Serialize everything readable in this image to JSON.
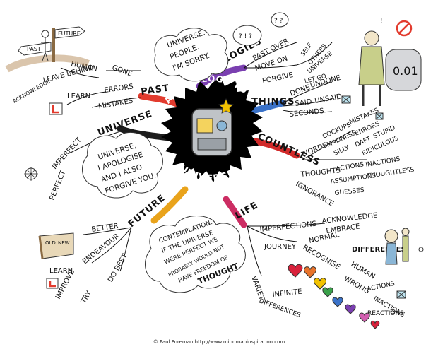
{
  "center": {
    "title": "AN APOLOGY TO THE UNIVERSE",
    "screen": "0.01"
  },
  "branches": {
    "past": {
      "label": "PAST",
      "items": [
        "HUMAN",
        "GONE",
        "LEAVE BEHIND",
        "ACKNOWLEDGE",
        "LEARN",
        "ERRORS",
        "MISTAKES"
      ],
      "signs": [
        "PAST",
        "FUTURE"
      ]
    },
    "apologies": {
      "label": "APOLOGIES",
      "items": [
        "PAST OVER",
        "MOVE ON",
        "FORGIVE",
        "SELF",
        "OTHERS",
        "UNIVERSE",
        "LET GO"
      ],
      "marks": [
        "? ! ?",
        "? ?"
      ]
    },
    "things": {
      "label": "THINGS",
      "items": [
        "DONE",
        "UNDONE",
        "SAID",
        "UNSAID",
        "SECONDS"
      ],
      "clock": "0.01"
    },
    "countless": {
      "label": "COUNTLESS",
      "items": [
        "WORDS",
        "COCKUPS",
        "MISTAKES",
        "MADNESS",
        "ERRORS",
        "SILLY",
        "DAFT",
        "STUPID",
        "RIDICULOUS",
        "THOUGHTS",
        "ACTIONS",
        "INACTIONS",
        "THOUGHTLESS",
        "ASSUMPTIONS",
        "GUESSES",
        "IGNORANCE"
      ]
    },
    "universe": {
      "label": "UNIVERSE",
      "items": [
        "IMPERFECT",
        "PERFECT"
      ]
    },
    "future": {
      "label": "FUTURE",
      "items": [
        "BETTER",
        "ENDEAVOUR",
        "DO BEST",
        "LEARN",
        "IMPROVE",
        "TRY"
      ],
      "book": [
        "OLD",
        "NEW"
      ]
    },
    "life": {
      "label": "LIFE",
      "items": [
        "IMPERFECTIONS",
        "ACKNOWLEDGE",
        "EMBRACE",
        "JOURNEY",
        "NORMAL",
        "RECOGNISE",
        "WRONG",
        "DIFFERENCES",
        "HUMAN",
        "ACTIONS",
        "INACTIONS",
        "REACTIONS",
        "VARIETY",
        "INFINITE",
        "DIFFERENCES"
      ]
    }
  },
  "clouds": {
    "top": [
      "UNIVERSE.",
      "PEOPLE.",
      "I'M SORRY."
    ],
    "left": [
      "UNIVERSE,",
      "I APOLOGISE",
      "AND I ALSO",
      "FORGIVE YOU."
    ],
    "bottom": [
      "CONTEMPLATION:",
      "IF THE UNIVERSE",
      "WERE PERFECT WE",
      "PROBABLY WOULD NOT",
      "HAVE FREEDOM OF",
      "THOUGHT"
    ]
  },
  "colors": {
    "past": "#e23b2e",
    "apologies": "#7a3fb0",
    "things": "#3a72c9",
    "countless": "#d12a2a",
    "universe": "#1c1c1c",
    "future": "#e9a31b",
    "life": "#cc2d63",
    "center": "#000000"
  },
  "credit": "© Paul Foreman http://www.mindmapinspiration.com"
}
